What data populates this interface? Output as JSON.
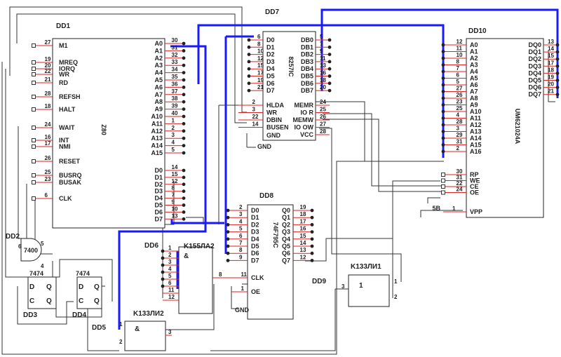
{
  "labels": {
    "dd1": "DD1",
    "dd7": "DD7",
    "dd10": "DD10",
    "dd8": "DD8",
    "dd2": "DD2",
    "dd3": "DD3",
    "dd4": "DD4",
    "dd5": "DD5",
    "dd6": "DD6",
    "dd9": "DD9",
    "z80": "Z80",
    "ic8257": "8257IC",
    "um": "UM621024A",
    "ic74": "74F795C",
    "k155": "K155ЛА2",
    "k133a": "K133ЛИ2",
    "k133b": "K133ЛИ1",
    "g7400": "7400",
    "ff1": "7474",
    "ff2": "7474",
    "gnd1": "GND",
    "gnd2": "GND",
    "and": "&",
    "and2": "&",
    "one": "1"
  },
  "dd1": {
    "left": [
      {
        "pin": "27",
        "name": "M1"
      },
      {
        "pin": "19",
        "name": "MREQ"
      },
      {
        "pin": "20",
        "name": "IORQ"
      },
      {
        "pin": "22",
        "name": "WR"
      },
      {
        "pin": "21",
        "name": "RD"
      },
      {
        "pin": "28",
        "name": "REFSH"
      },
      {
        "pin": "18",
        "name": "HALT"
      },
      {
        "pin": "24",
        "name": "WAIT"
      },
      {
        "pin": "16",
        "name": "INT"
      },
      {
        "pin": "17",
        "name": "NMI"
      },
      {
        "pin": "26",
        "name": "RESET"
      },
      {
        "pin": "25",
        "name": "BUSRQ"
      },
      {
        "pin": "23",
        "name": "BUSAK"
      },
      {
        "pin": "6",
        "name": "CLK"
      }
    ],
    "addr": [
      {
        "pin": "30",
        "name": "A0"
      },
      {
        "pin": "31",
        "name": "A1"
      },
      {
        "pin": "32",
        "name": "A2"
      },
      {
        "pin": "33",
        "name": "A3"
      },
      {
        "pin": "34",
        "name": "A4"
      },
      {
        "pin": "35",
        "name": "A5"
      },
      {
        "pin": "36",
        "name": "A6"
      },
      {
        "pin": "37",
        "name": "A7"
      },
      {
        "pin": "38",
        "name": "A8"
      },
      {
        "pin": "39",
        "name": "A9"
      },
      {
        "pin": "40",
        "name": "A10"
      },
      {
        "pin": "1",
        "name": "A11"
      },
      {
        "pin": "2",
        "name": "A12"
      },
      {
        "pin": "3",
        "name": "A13"
      },
      {
        "pin": "4",
        "name": "A14"
      },
      {
        "pin": "5",
        "name": "A15"
      }
    ],
    "data": [
      {
        "pin": "14",
        "name": "D0"
      },
      {
        "pin": "15",
        "name": "D1"
      },
      {
        "pin": "12",
        "name": "D2"
      },
      {
        "pin": "8",
        "name": "D3"
      },
      {
        "pin": "7",
        "name": "D4"
      },
      {
        "pin": "9",
        "name": "D5"
      },
      {
        "pin": "10",
        "name": "D6"
      },
      {
        "pin": "13",
        "name": "D7"
      }
    ]
  },
  "dd7": {
    "left": [
      {
        "pin": "6",
        "name": "D0"
      },
      {
        "pin": "8",
        "name": "D1"
      },
      {
        "pin": "10",
        "name": "D2"
      },
      {
        "pin": "12",
        "name": "D3"
      },
      {
        "pin": "15",
        "name": "D4"
      },
      {
        "pin": "17",
        "name": "D5"
      },
      {
        "pin": "19",
        "name": "D6"
      },
      {
        "pin": "21",
        "name": "D7"
      }
    ],
    "right": [
      {
        "pin": "5",
        "name": "DB0"
      },
      {
        "pin": "7",
        "name": "DB1"
      },
      {
        "pin": "9",
        "name": "DB2"
      },
      {
        "pin": "11",
        "name": "DB3"
      },
      {
        "pin": "13",
        "name": "DB4"
      },
      {
        "pin": "16",
        "name": "DB5"
      },
      {
        "pin": "18",
        "name": "DB6"
      },
      {
        "pin": "20",
        "name": "DB7"
      }
    ],
    "ctrl_left": [
      {
        "pin": "2",
        "name": "HLDA"
      },
      {
        "pin": "3",
        "name": "WR"
      },
      {
        "pin": "22",
        "name": "DBIN"
      },
      {
        "pin": "14",
        "name": "BUSEN"
      }
    ],
    "ctrl_left_extra": "GND",
    "ctrl_right": [
      {
        "pin": "24",
        "name": "MEMR"
      },
      {
        "pin": "25",
        "name": "IO R"
      },
      {
        "pin": "26",
        "name": "MEMW"
      },
      {
        "pin": "27",
        "name": "IO OW"
      },
      {
        "pin": "28",
        "name": "VCC"
      }
    ]
  },
  "dd10": {
    "addr": [
      {
        "pin": "12",
        "name": "A0"
      },
      {
        "pin": "11",
        "name": "A1"
      },
      {
        "pin": "10",
        "name": "A2"
      },
      {
        "pin": "8",
        "name": "A3"
      },
      {
        "pin": "7",
        "name": "A4"
      },
      {
        "pin": "6",
        "name": "A5"
      },
      {
        "pin": "5",
        "name": "A6"
      },
      {
        "pin": "27",
        "name": "A7"
      },
      {
        "pin": "26",
        "name": "A8"
      },
      {
        "pin": "23",
        "name": "A9"
      },
      {
        "pin": "25",
        "name": "A10"
      },
      {
        "pin": "4",
        "name": "A11"
      },
      {
        "pin": "28",
        "name": "A12"
      },
      {
        "pin": "3",
        "name": "A13"
      },
      {
        "pin": "29",
        "name": "A14"
      },
      {
        "pin": "31",
        "name": "A15"
      },
      {
        "pin": "2",
        "name": "A16"
      }
    ],
    "data": [
      {
        "pin": "13",
        "name": "DQ0"
      },
      {
        "pin": "14",
        "name": "DQ1"
      },
      {
        "pin": "15",
        "name": "DQ2"
      },
      {
        "pin": "17",
        "name": "DQ3"
      },
      {
        "pin": "18",
        "name": "DQ4"
      },
      {
        "pin": "19",
        "name": "DQ5"
      },
      {
        "pin": "20",
        "name": "DQ6"
      },
      {
        "pin": "21",
        "name": "DQ7"
      }
    ],
    "ctrl": [
      {
        "pin": "30",
        "name": "RP"
      },
      {
        "pin": "31",
        "name": "WE"
      },
      {
        "pin": "22",
        "name": "CE"
      },
      {
        "pin": "24",
        "name": "OE"
      }
    ],
    "vpp": {
      "pin": "1",
      "name": "VPP",
      "volt": "5В"
    }
  },
  "dd8": {
    "in": [
      {
        "pin": "2",
        "name": "D0"
      },
      {
        "pin": "3",
        "name": "D1"
      },
      {
        "pin": "4",
        "name": "D2"
      },
      {
        "pin": "5",
        "name": "D3"
      },
      {
        "pin": "6",
        "name": "D4"
      },
      {
        "pin": "7",
        "name": "D5"
      },
      {
        "pin": "8",
        "name": "D6"
      },
      {
        "pin": "9",
        "name": "D7"
      }
    ],
    "out": [
      {
        "pin": "19",
        "name": "Q0"
      },
      {
        "pin": "18",
        "name": "Q1"
      },
      {
        "pin": "17",
        "name": "Q2"
      },
      {
        "pin": "16",
        "name": "Q3"
      },
      {
        "pin": "15",
        "name": "Q4"
      },
      {
        "pin": "14",
        "name": "Q5"
      },
      {
        "pin": "13",
        "name": "Q6"
      },
      {
        "pin": "12",
        "name": "Q7"
      }
    ],
    "clk": {
      "pin": "11",
      "name": "CLK"
    },
    "oe": {
      "pin": "1",
      "name": "OE"
    }
  },
  "dd6": {
    "in_pins": [
      "1",
      "2",
      "3",
      "4",
      "5",
      "6",
      "11",
      "12"
    ],
    "out_pin": "8"
  },
  "dd5": {
    "in_pins": [
      "1",
      "2"
    ],
    "out_pin": "3"
  },
  "dd9": {
    "in_pins": [
      "1",
      "2"
    ],
    "out_pin": "3"
  },
  "dd2": {
    "pins": [
      "6",
      "5",
      "4"
    ]
  },
  "ff": {
    "d": "D",
    "c": "C",
    "q": "Q",
    "qn": "Q"
  }
}
